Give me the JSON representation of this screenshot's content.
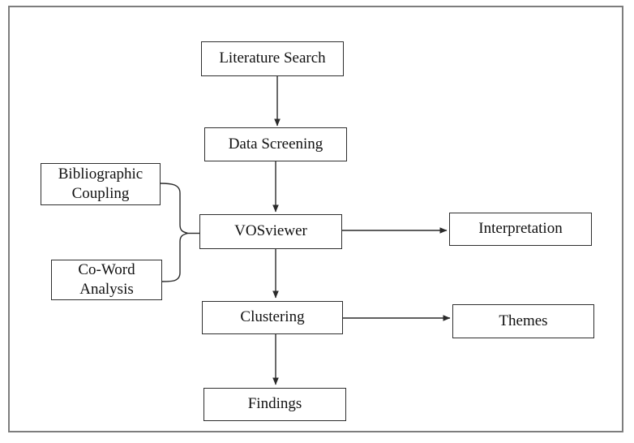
{
  "diagram": {
    "nodes": {
      "literature_search": {
        "label": "Literature Search"
      },
      "data_screening": {
        "label": "Data Screening"
      },
      "bibliographic_coupling": {
        "label": "Bibliographic Coupling"
      },
      "co_word_analysis": {
        "label": "Co-Word Analysis"
      },
      "vosviewer": {
        "label": "VOSviewer"
      },
      "interpretation": {
        "label": "Interpretation"
      },
      "clustering": {
        "label": "Clustering"
      },
      "themes": {
        "label": "Themes"
      },
      "findings": {
        "label": "Findings"
      }
    },
    "edges": [
      {
        "from": "literature_search",
        "to": "data_screening",
        "type": "arrow"
      },
      {
        "from": "data_screening",
        "to": "vosviewer",
        "type": "arrow"
      },
      {
        "from": "bibliographic_coupling",
        "to": "vosviewer",
        "type": "brace"
      },
      {
        "from": "co_word_analysis",
        "to": "vosviewer",
        "type": "brace"
      },
      {
        "from": "vosviewer",
        "to": "interpretation",
        "type": "arrow"
      },
      {
        "from": "vosviewer",
        "to": "clustering",
        "type": "arrow"
      },
      {
        "from": "clustering",
        "to": "themes",
        "type": "arrow"
      },
      {
        "from": "clustering",
        "to": "findings",
        "type": "arrow"
      }
    ],
    "colors": {
      "background": "#ffffff",
      "box_border": "#2e2e2e",
      "frame_border": "#7d7d7d",
      "text": "#111111",
      "connector": "#2a2a2a"
    }
  }
}
